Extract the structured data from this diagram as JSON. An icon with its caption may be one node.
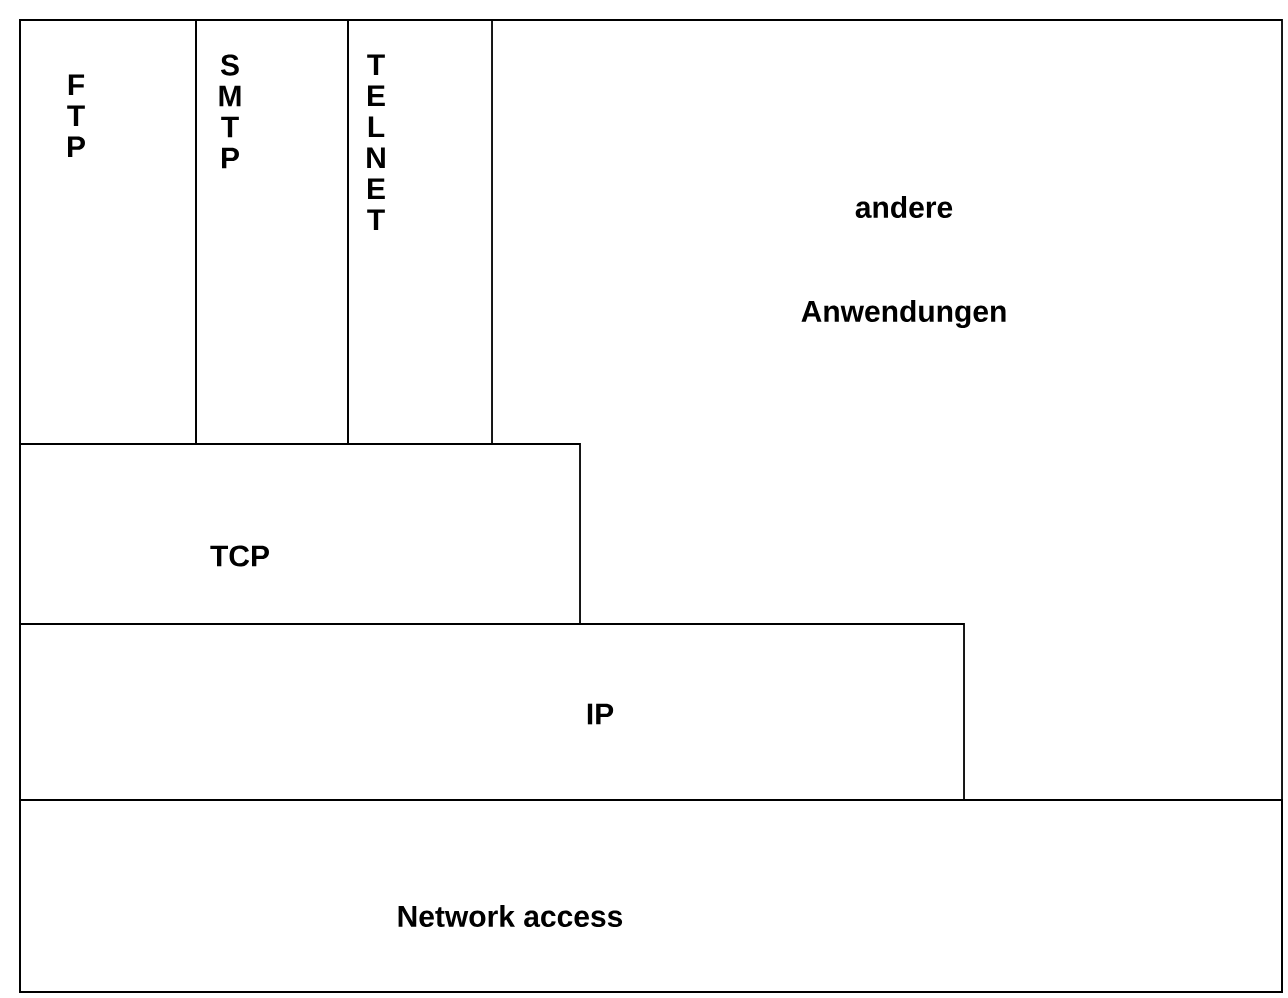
{
  "diagram": {
    "nodes": [
      {
        "text": [
          "FTP"
        ]
      },
      {
        "text": [
          "SMTP"
        ]
      },
      {
        "text": [
          "TELNET"
        ]
      },
      {
        "text": [
          "andere Anwendungen"
        ]
      },
      {
        "text": [
          "TCP"
        ]
      },
      {
        "text": [
          "IP"
        ]
      },
      {
        "text": [
          "Network access"
        ]
      }
    ],
    "edges": []
  }
}
